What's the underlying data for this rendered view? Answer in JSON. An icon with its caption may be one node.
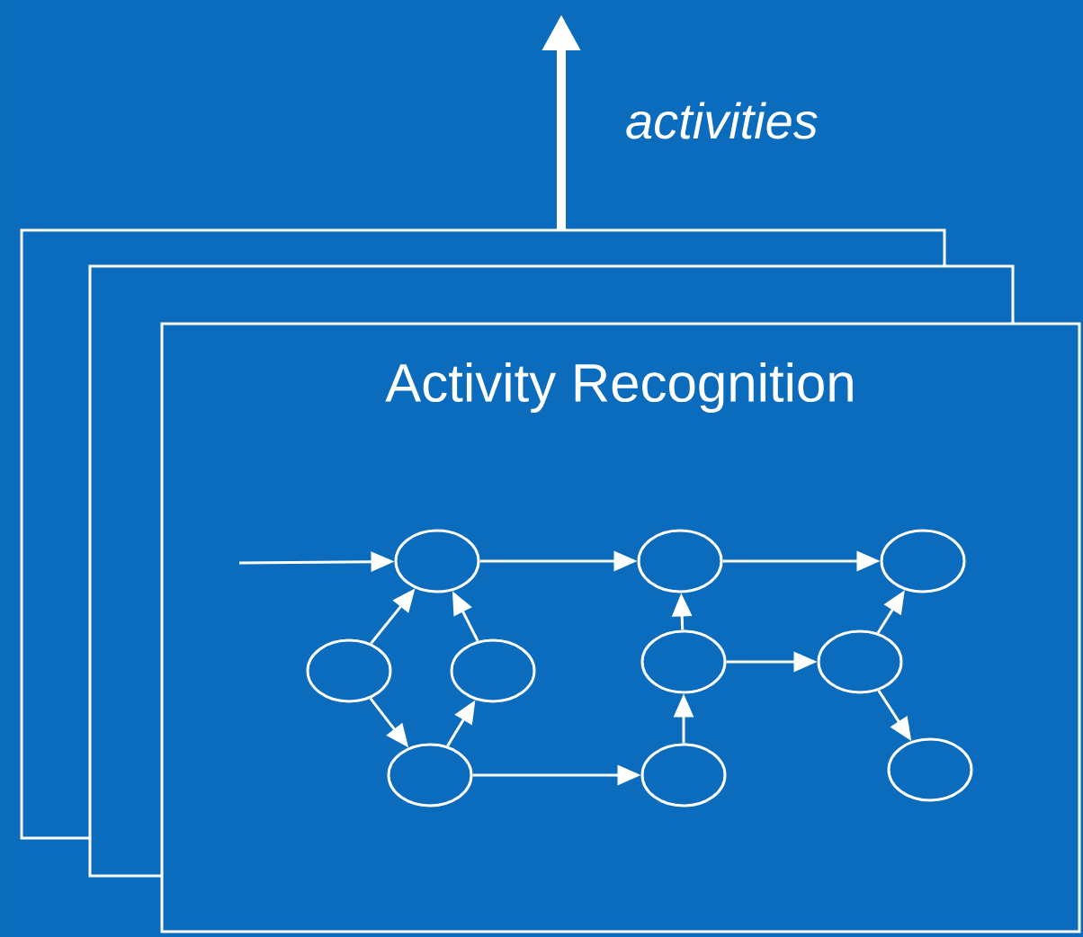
{
  "diagram": {
    "nodes": [
      {
        "text": [
          "Activity Recognition"
        ]
      },
      {
        "text": [],
        "shape": "ellipse",
        "in": 0
      },
      {
        "text": [],
        "shape": "ellipse",
        "in": 0
      },
      {
        "text": [],
        "shape": "ellipse",
        "in": 0
      },
      {
        "text": [],
        "shape": "ellipse",
        "in": 0
      },
      {
        "text": [],
        "shape": "ellipse",
        "in": 0
      },
      {
        "text": [],
        "shape": "ellipse",
        "in": 0
      },
      {
        "text": [],
        "shape": "ellipse",
        "in": 0
      },
      {
        "text": [],
        "shape": "ellipse",
        "in": 0
      },
      {
        "text": [],
        "shape": "ellipse",
        "in": 0
      },
      {
        "text": [],
        "shape": "ellipse",
        "in": 0
      }
    ],
    "edges": [
      {
        "from": 0,
        "to": null,
        "arrow": "to",
        "label": "activities",
        "style": "thick"
      },
      {
        "from": null,
        "to": 1,
        "arrow": "to"
      },
      {
        "from": 1,
        "to": 2,
        "arrow": "to"
      },
      {
        "from": 2,
        "to": 3,
        "arrow": "to"
      },
      {
        "from": 4,
        "to": 1,
        "arrow": "to"
      },
      {
        "from": 5,
        "to": 1,
        "arrow": "to"
      },
      {
        "from": 4,
        "to": 8,
        "arrow": "to"
      },
      {
        "from": 8,
        "to": 5,
        "arrow": "to"
      },
      {
        "from": 8,
        "to": 9,
        "arrow": "to"
      },
      {
        "from": 9,
        "to": 6,
        "arrow": "to"
      },
      {
        "from": 6,
        "to": 2,
        "arrow": "to"
      },
      {
        "from": 6,
        "to": 7,
        "arrow": "to"
      },
      {
        "from": 7,
        "to": 3,
        "arrow": "to"
      },
      {
        "from": 7,
        "to": 10,
        "arrow": "to"
      }
    ]
  }
}
